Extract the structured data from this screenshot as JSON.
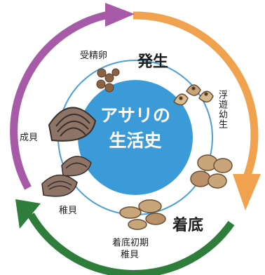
{
  "center": {
    "title_line1": "アサリの",
    "title_line2": "生活史"
  },
  "stages": {
    "hatching": "発生",
    "fertilized_egg": "受精卵",
    "planktonic_larva": "浮遊幼生",
    "settlement": "着底",
    "early_settled_juvenile_line1": "着底初期",
    "early_settled_juvenile_line2": "稚貝",
    "juvenile": "稚貝",
    "adult": "成貝"
  },
  "colors": {
    "arrow_orange": "#f0a24f",
    "arrow_green": "#2f7d3a",
    "arrow_purple": "#a65aa8",
    "center_circle": "#3b9bd9",
    "inner_ring": "#4a9fd8",
    "shell_brown": "#8d7466",
    "larva_tan": "#c9a57a",
    "egg_brown": "#8a6244"
  }
}
